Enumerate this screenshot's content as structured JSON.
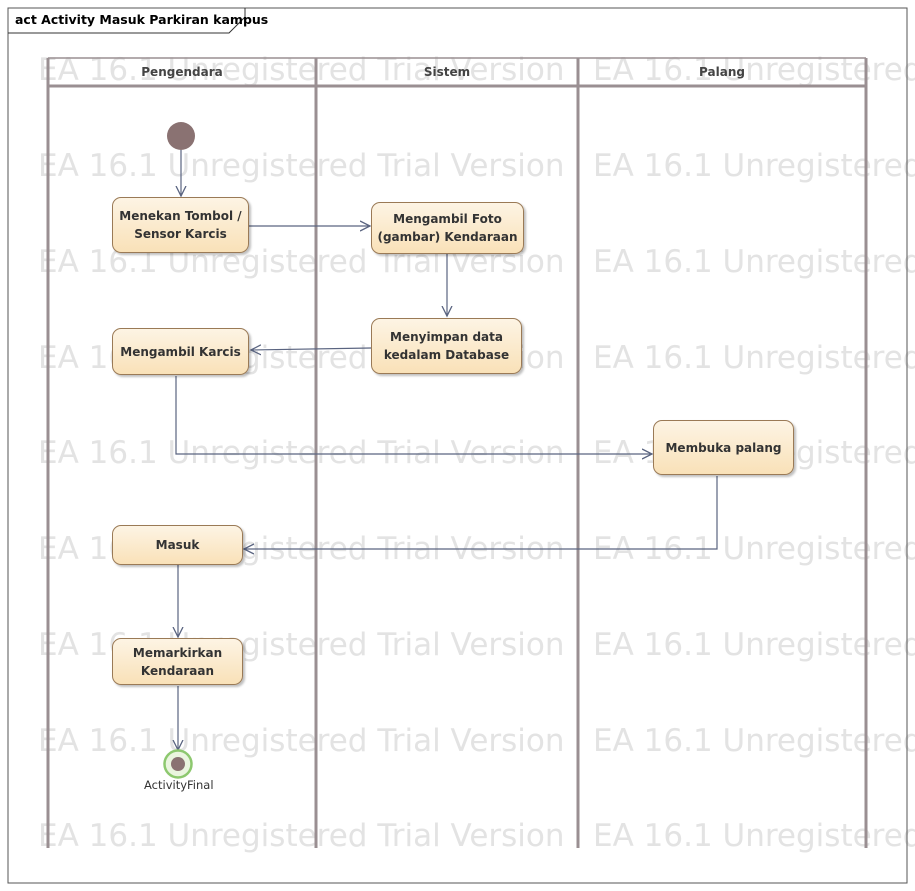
{
  "frame": {
    "title": "act Activity Masuk Parkiran kampus"
  },
  "watermark": "EA 16.1 Unregistered Trial Version",
  "lanes": [
    "Pengendara",
    "Sistem",
    "Palang"
  ],
  "nodes": {
    "tekan": "Menekan Tombol /\nSensor  Karcis",
    "foto": "Mengambil Foto\n(gambar) Kendaraan",
    "simpan": "Menyimpan data\nkedalam Database",
    "karcis": "Mengambil Karcis",
    "palang": "Membuka palang",
    "masuk": "Masuk",
    "parkir": "Memarkirkan\nKendaraan"
  },
  "final": {
    "label": "ActivityFinal"
  },
  "colors": {
    "node_fill_top": "#fdf4e4",
    "node_fill_bottom": "#f9e1b8",
    "node_border": "#9a7a56",
    "lane_line": "#9a8f92",
    "edge": "#5a6480",
    "initial": "#8a7272",
    "final_ring": "#8dc86f",
    "watermark": "#e3e3e3"
  }
}
